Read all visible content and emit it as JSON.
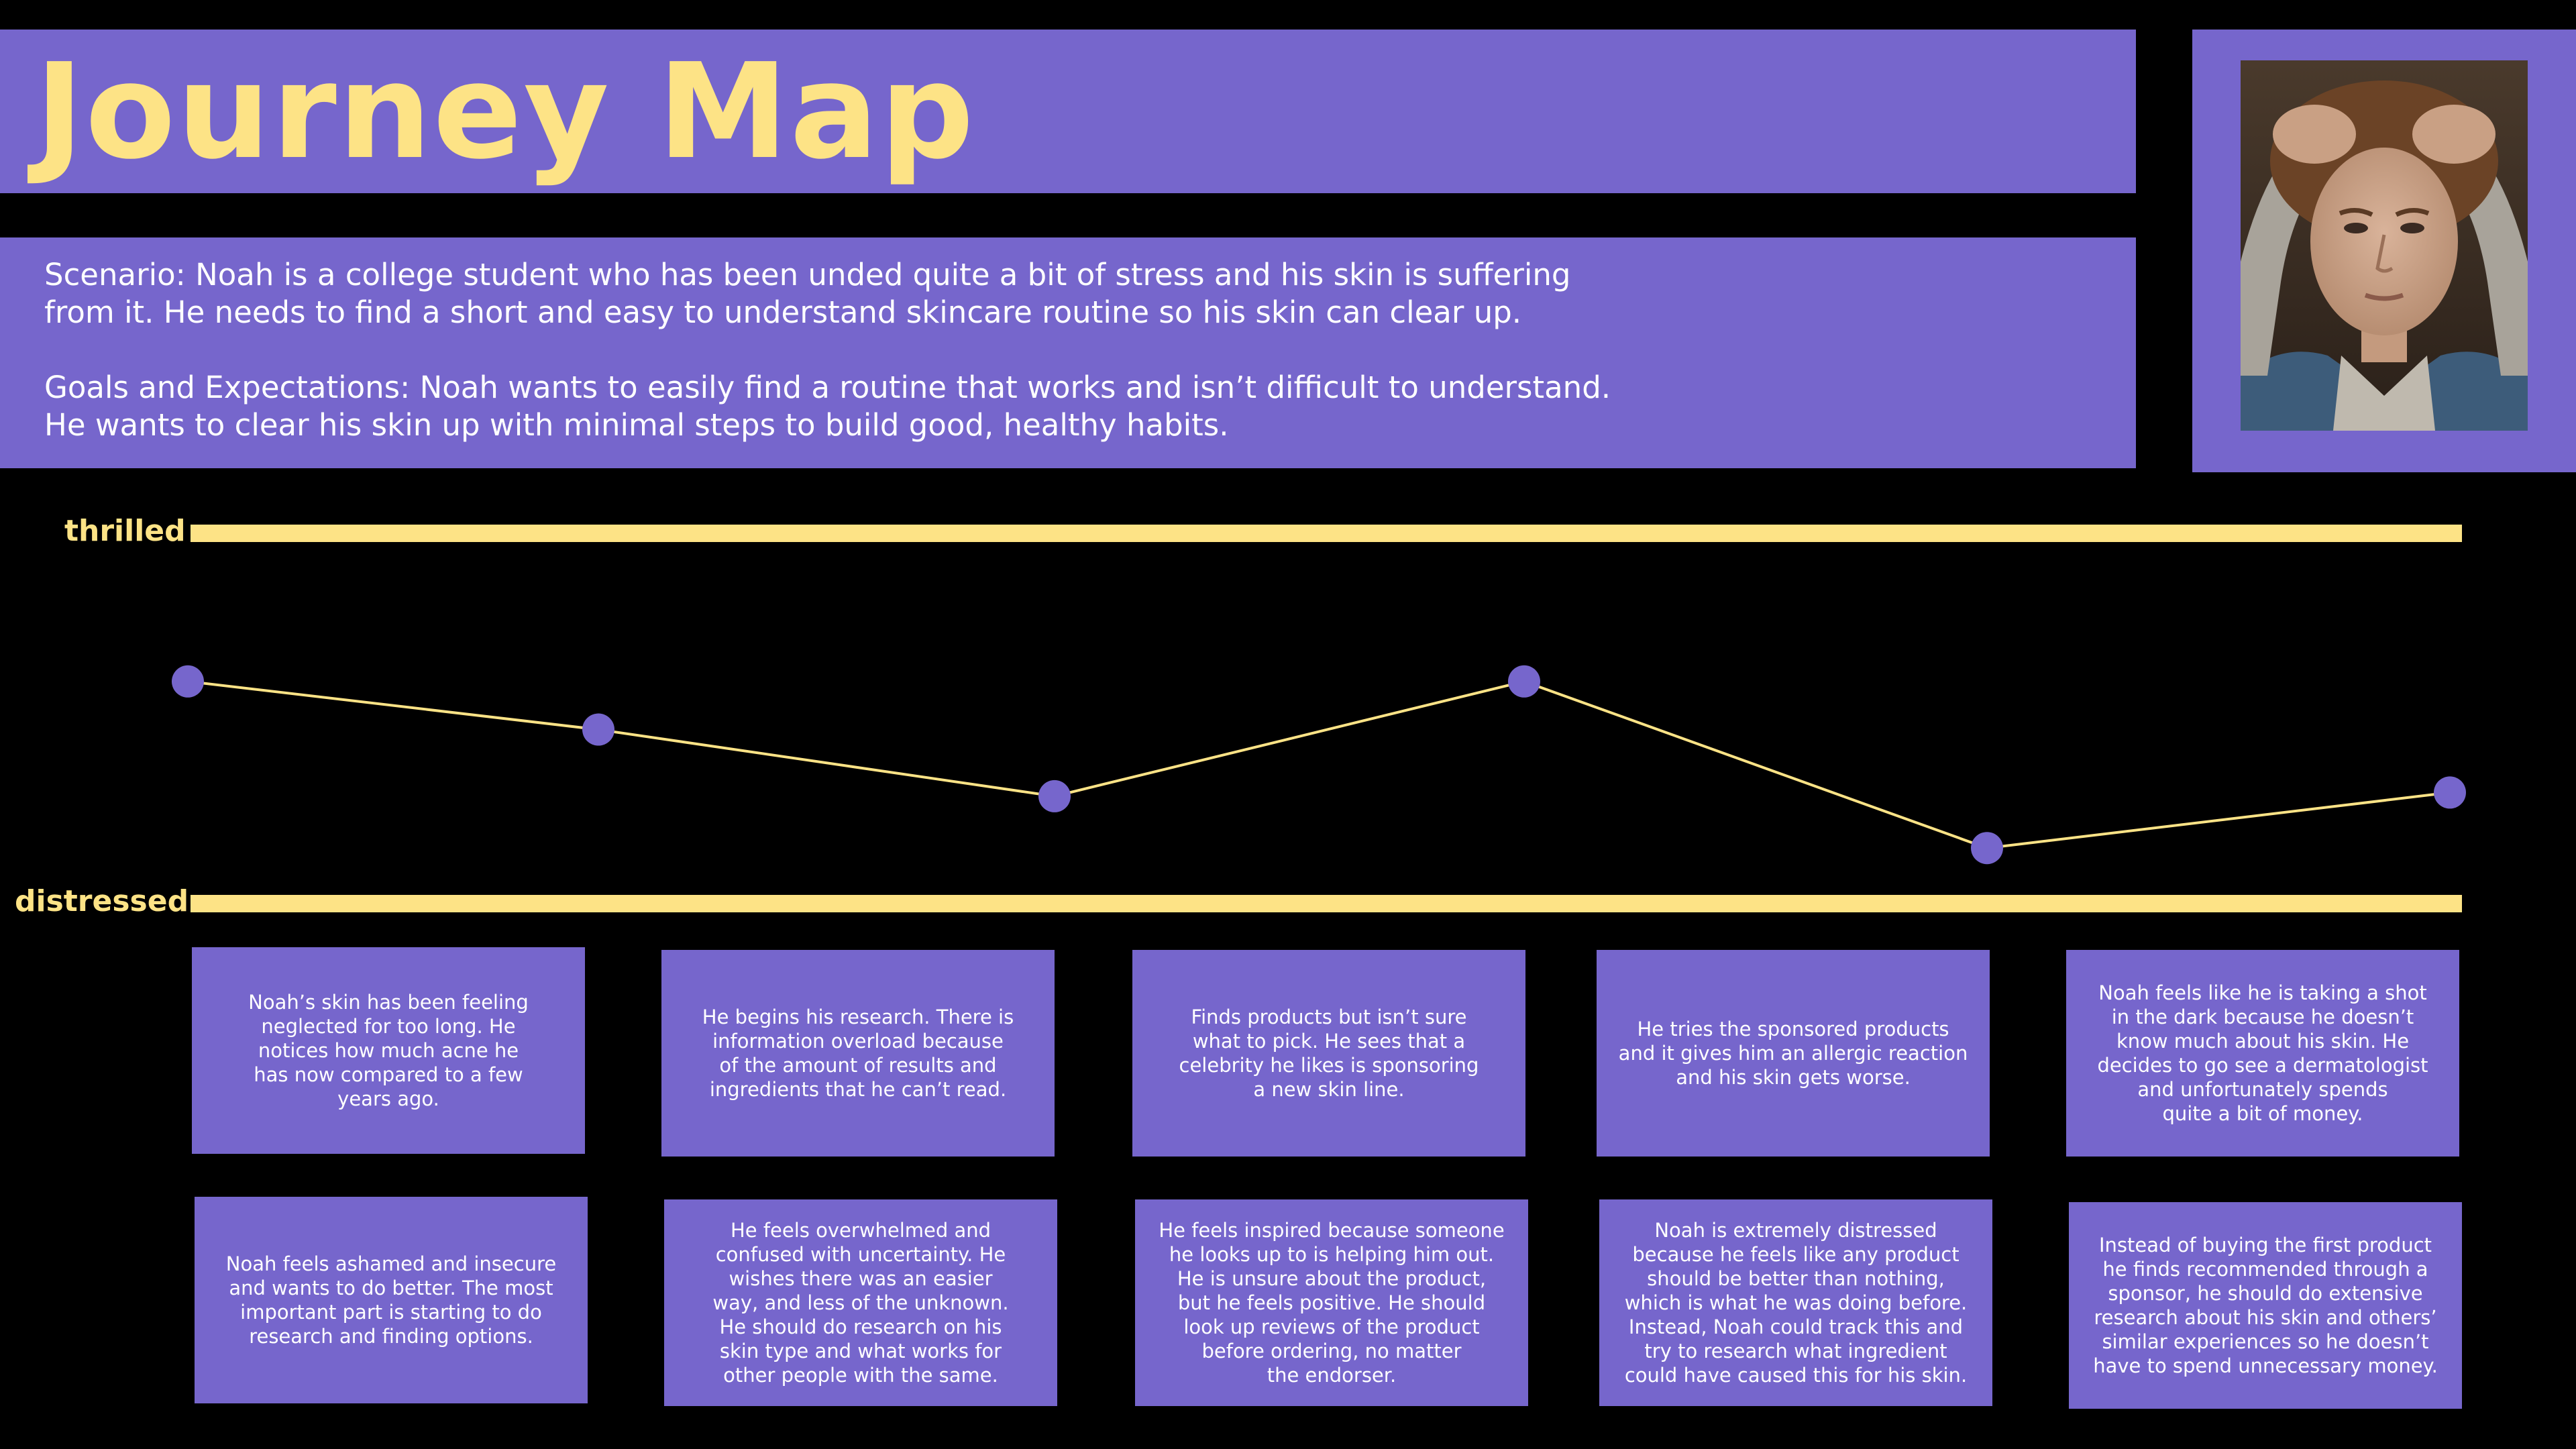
{
  "header": {
    "title": "Journey Map"
  },
  "scenario": {
    "paragraphs": [
      "Scenario: Noah is a college student who has been unded quite a bit of stress and his skin is suffering\nfrom it. He needs to find a short and easy to understand skincare routine so his skin can clear up.",
      "Goals and Expectations: Noah wants to easily find a routine that works and isn’t difficult to understand.\nHe wants to clear his skin up with minimal steps to build good, healthy habits."
    ]
  },
  "persona": {
    "photo_icon": "person-photo"
  },
  "mood_scale": {
    "top_label": "thrilled",
    "bottom_label": "distressed"
  },
  "chart_data": {
    "type": "line",
    "y_scale": "mood from distressed (0) to thrilled (1)",
    "ylim": [
      0,
      1
    ],
    "points": [
      {
        "step": 1,
        "mood": 0.6
      },
      {
        "step": 2,
        "mood": 0.47
      },
      {
        "step": 3,
        "mood": 0.29
      },
      {
        "step": 4,
        "mood": 0.6
      },
      {
        "step": 5,
        "mood": 0.15
      },
      {
        "step": 6,
        "mood": 0.3
      }
    ],
    "line_color": "#fde386",
    "marker_color": "#7666cc"
  },
  "colors": {
    "accent": "#7666cc",
    "highlight": "#fde386",
    "background": "#000000"
  },
  "stages": [
    {
      "action": "Noah’s skin has been feeling\nneglected for too long. He\nnotices how much acne he\nhas now compared to a few\nyears ago.",
      "thought": "Noah feels ashamed and insecure\nand wants to do better. The most\nimportant part is starting to do\nresearch and finding  options."
    },
    {
      "action": "He begins his research. There is\ninformation overload because\nof the amount of results and\ningredients that he can’t read.",
      "thought": "He feels overwhelmed and\nconfused with uncertainty. He\nwishes there was an easier\nway, and less of the unknown.\nHe should do research on his\nskin type and what works for\nother people with the same."
    },
    {
      "action": "Finds products but isn’t sure\nwhat to pick. He sees that a\ncelebrity he likes is sponsoring\na new skin line.",
      "thought": "He feels inspired because someone\nhe looks up to is helping him out.\nHe is unsure about the product,\nbut he feels positive. He should\nlook up reviews of the product\nbefore ordering, no matter\nthe endorser."
    },
    {
      "action": "He tries the sponsored products\nand it gives him an allergic reaction\nand his skin gets worse.",
      "thought": "Noah is extremely distressed\nbecause he feels like any product\nshould be better than nothing,\nwhich is what he was doing before.\nInstead, Noah could track this and\ntry to research what ingredient\ncould have caused this for his skin."
    },
    {
      "action": "Noah feels like he is taking a shot\nin the dark because he doesn’t\nknow much about his skin. He\ndecides to go see a dermatologist\nand unfortunately spends\nquite a bit of money.",
      "thought": "Instead of buying the first product\nhe finds recommended through a\nsponsor, he should do extensive\nresearch about his skin and others’\nsimilar experiences so he doesn’t\nhave to spend unnecessary money."
    }
  ]
}
